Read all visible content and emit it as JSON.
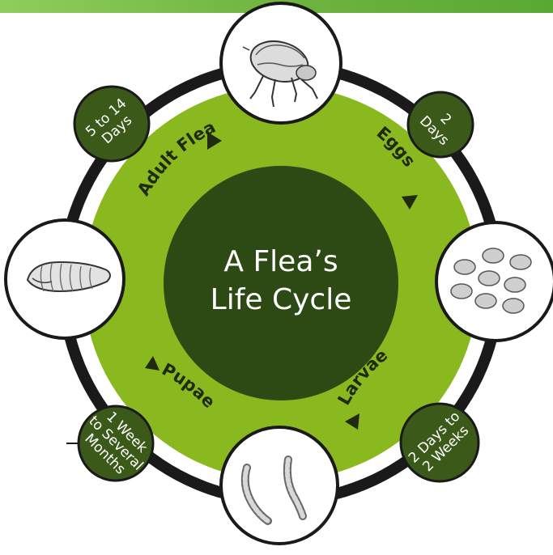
{
  "title": {
    "line1": "A Flea’s",
    "line2": "Life Cycle"
  },
  "stages": {
    "adult": "Adult Flea",
    "eggs": "Eggs",
    "larvae": "Larvae",
    "pupae": "Pupae"
  },
  "durations": {
    "adult": [
      "5 to 14",
      "Days"
    ],
    "eggs": [
      "2",
      "Days"
    ],
    "larvae": [
      "2 Days to",
      "2 Weeks"
    ],
    "pupae": [
      "1 Week",
      "to Several",
      "Months"
    ]
  },
  "illustrations": {
    "top": "adult-flea-illustration",
    "right": "flea-eggs-illustration",
    "bottom": "flea-larvae-illustration",
    "left": "flea-pupa-illustration"
  },
  "colors": {
    "banner": "#7cc04a",
    "outer_ring": "#1a1a1a",
    "white_ring": "#ffffff",
    "green_ring": "#8ab91f",
    "center": "#2e4a14",
    "badge": "#3b5a1a"
  }
}
